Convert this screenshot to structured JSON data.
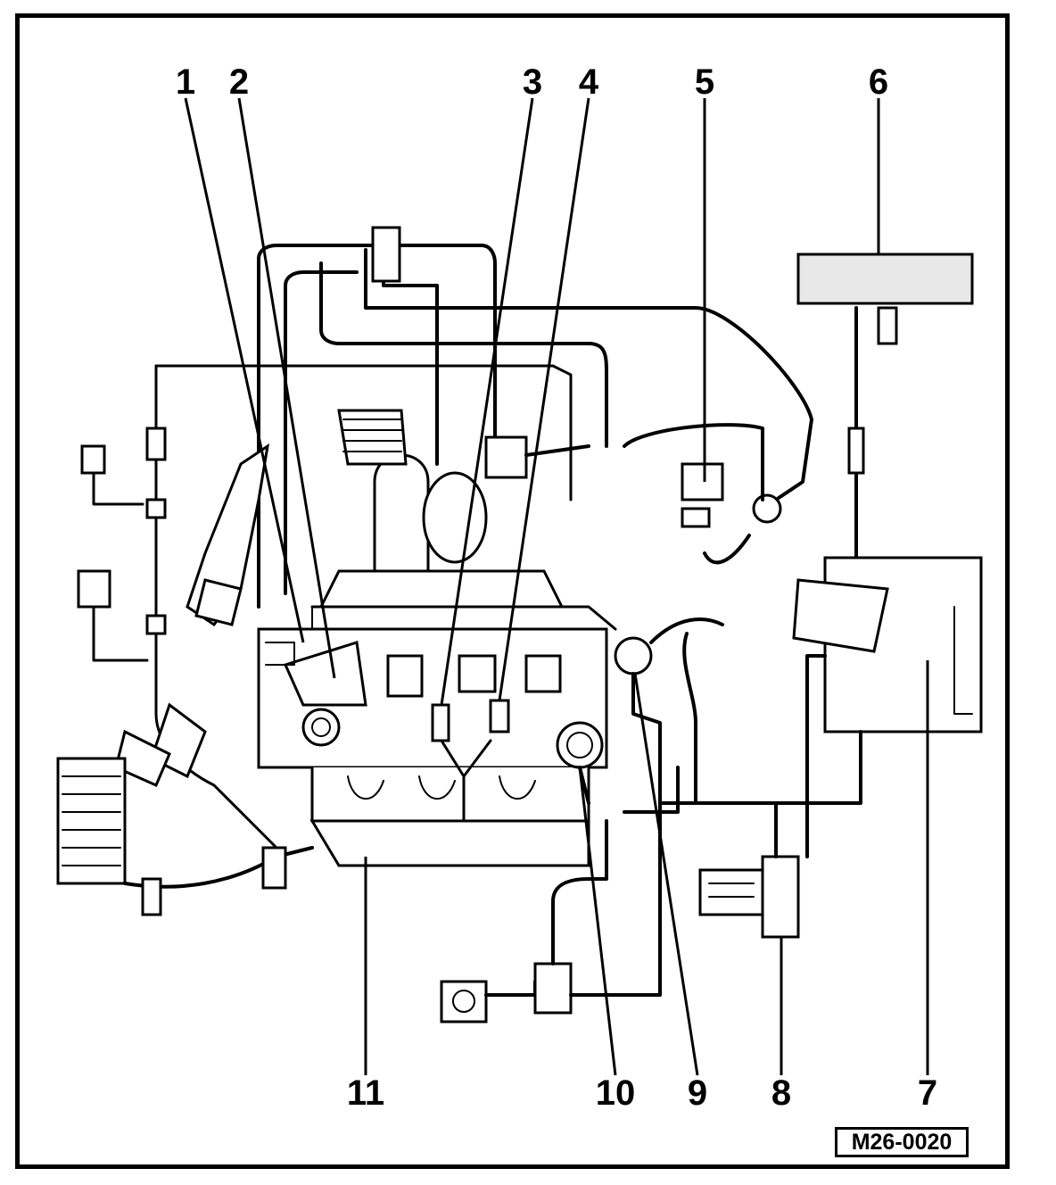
{
  "reference_code": "M26-0020",
  "callouts": {
    "c1": "1",
    "c2": "2",
    "c3": "3",
    "c4": "4",
    "c5": "5",
    "c6": "6",
    "c7": "7",
    "c8": "8",
    "c9": "9",
    "c10": "10",
    "c11": "11"
  }
}
